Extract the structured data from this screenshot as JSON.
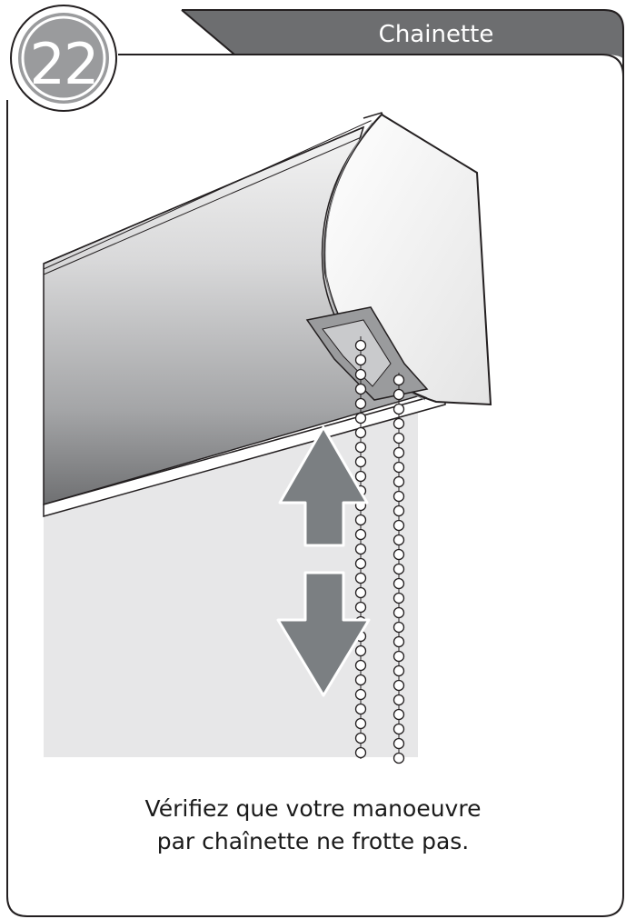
{
  "step": {
    "number": "22"
  },
  "header": {
    "title": "Chainette"
  },
  "instruction": {
    "line1": "Vérifiez que votre manoeuvre",
    "line2": "par chaînette ne frotte pas."
  },
  "icons": {
    "up": "arrow-up-icon",
    "down": "arrow-down-icon"
  },
  "colors": {
    "frame_grey": "#6d6e70",
    "badge_grey": "#9a9b9d",
    "arrow_grey": "#7b7f82",
    "fabric_grey": "#e7e7e8"
  }
}
